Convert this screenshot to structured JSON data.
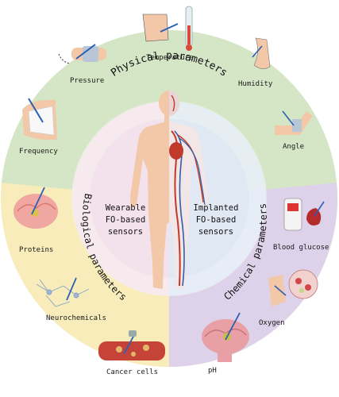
{
  "colors": {
    "physical": "#d5e6c6",
    "biological": "#f7ecba",
    "chemical": "#ddd2ea",
    "inner_left": "#f3e2ec",
    "inner_right": "#e0e8f4",
    "ring_gap": "#ffffff"
  },
  "sections": {
    "physical": "Physical parameters",
    "biological": "Biological parameters",
    "chemical": "Chemical parameters"
  },
  "center": {
    "wearable": "Wearable\nFO-based\nsensors",
    "implanted": "Implanted\nFO-based\nsensors"
  },
  "items": {
    "temperature": "Temperature",
    "pressure": "Pressure",
    "humidity": "Humidity",
    "frequency": "Frequency",
    "angle": "Angle",
    "proteins": "Proteins",
    "neurochemicals": "Neurochemicals",
    "cancer_cells": "Cancer cells",
    "blood_glucose": "Blood glucose",
    "oxygen": "Oxygen",
    "ph": "pH"
  }
}
